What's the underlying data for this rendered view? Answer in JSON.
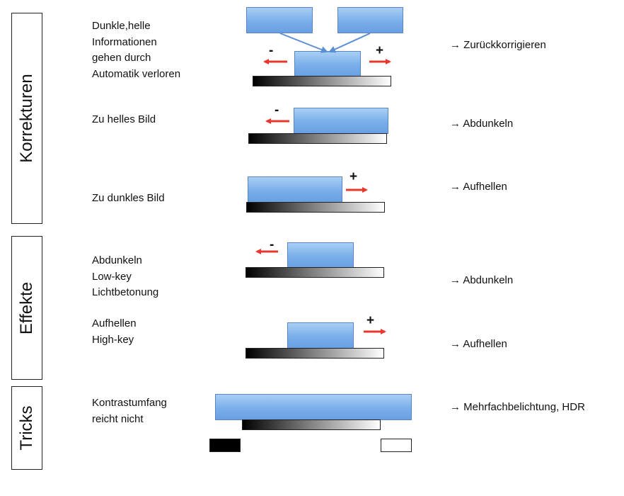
{
  "sections": {
    "korrekturen": "Korrekturen",
    "effekte": "Effekte",
    "tricks": "Tricks"
  },
  "rows": {
    "automatik": {
      "lines": [
        "Dunkle,helle",
        "Informationen",
        "gehen durch",
        "Automatik verloren"
      ],
      "minus": "-",
      "plus": "+",
      "result": "→ Zurückkorrigieren"
    },
    "zu_hell": {
      "lines": [
        "Zu helles Bild"
      ],
      "minus": "-",
      "result": "→ Abdunkeln"
    },
    "zu_dunkel": {
      "lines": [
        "Zu dunkles Bild"
      ],
      "plus": "+",
      "result": "→ Aufhellen"
    },
    "abdunkeln": {
      "lines": [
        "Abdunkeln",
        "Low-key",
        "Lichtbetonung"
      ],
      "minus": "-",
      "result": "→ Abdunkeln"
    },
    "aufhellen": {
      "lines": [
        "Aufhellen",
        "High-key"
      ],
      "plus": "+",
      "result": "→ Aufhellen"
    },
    "kontrast": {
      "lines": [
        "Kontrastumfang",
        "reicht nicht"
      ],
      "result": "→ Mehrfachbelichtung, HDR"
    }
  },
  "colors": {
    "block": "#79aeea",
    "block_border": "#5a86c0",
    "arrow_red": "#e8382d",
    "connector_blue": "#5b8fd4"
  }
}
